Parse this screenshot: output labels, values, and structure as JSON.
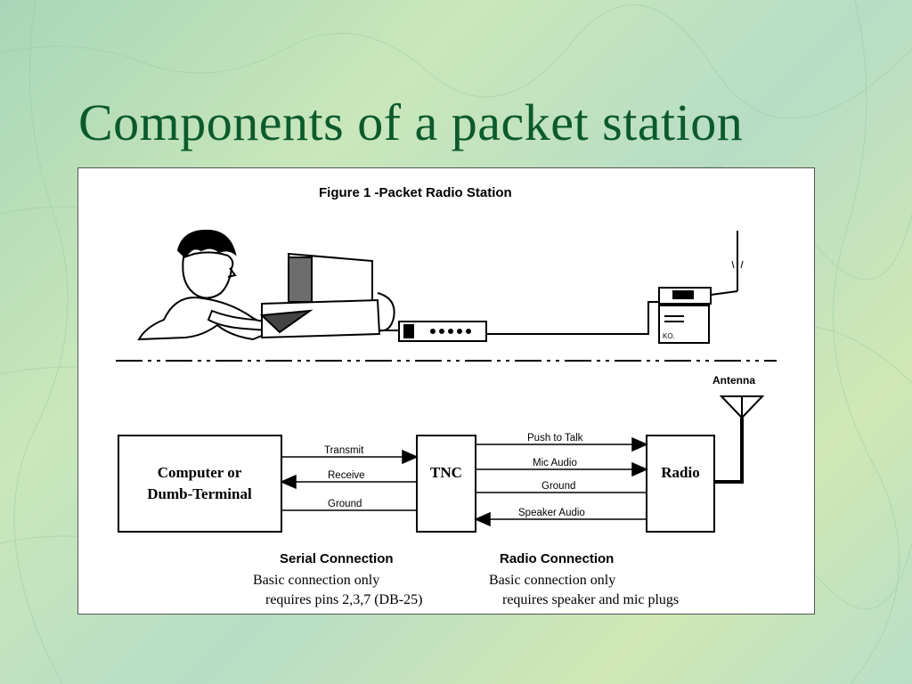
{
  "slide": {
    "title": "Components of a packet station"
  },
  "figure": {
    "title": "Figure 1 -Packet Radio Station",
    "antenna_label": "Antenna",
    "boxes": {
      "computer_line1": "Computer or",
      "computer_line2": "Dumb-Terminal",
      "tnc": "TNC",
      "radio": "Radio"
    },
    "serial_signals": {
      "transmit": "Transmit",
      "receive": "Receive",
      "ground": "Ground"
    },
    "radio_signals": {
      "push_to_talk": "Push to Talk",
      "mic_audio": "Mic Audio",
      "ground": "Ground",
      "speaker_audio": "Speaker Audio"
    },
    "captions": {
      "serial_heading": "Serial Connection",
      "serial_line1": "Basic connection only",
      "serial_line2": "requires pins 2,3,7 (DB-25)",
      "radio_heading": "Radio Connection",
      "radio_line1": "Basic connection only",
      "radio_line2": "requires speaker and mic plugs"
    }
  }
}
